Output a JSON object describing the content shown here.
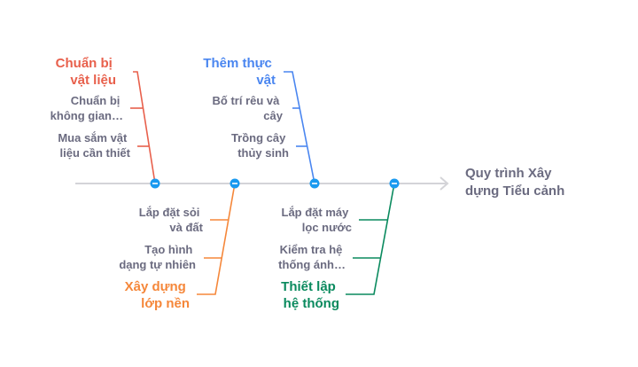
{
  "title": {
    "line1": "Quy trình Xây",
    "line2": "dựng Tiểu cảnh"
  },
  "colors": {
    "spine": "#d4d4d8",
    "node": "#1a9af0",
    "text": "#6b6b80"
  },
  "branches": [
    {
      "color": "#e8604c",
      "label": [
        "Chuẩn bị",
        "vật liệu"
      ],
      "causes": [
        [
          "Chuẩn bị",
          "không gian…"
        ],
        [
          "Mua sắm vật",
          "liệu cần thiết"
        ]
      ]
    },
    {
      "color": "#f5873a",
      "label": [
        "Xây dựng",
        "lớp nền"
      ],
      "causes": [
        [
          "Lắp đặt sỏi",
          "và đất"
        ],
        [
          "Tạo hình",
          "dạng tự nhiên"
        ]
      ]
    },
    {
      "color": "#4a86f0",
      "label": [
        "Thêm thực",
        "vật"
      ],
      "causes": [
        [
          "Bố trí rêu và",
          "cây"
        ],
        [
          "Trồng cây",
          "thủy sinh"
        ]
      ]
    },
    {
      "color": "#0a8a5e",
      "label": [
        "Thiết lập",
        "hệ thống"
      ],
      "causes": [
        [
          "Lắp đặt máy",
          "lọc nước"
        ],
        [
          "Kiểm tra hệ",
          "thống ánh…"
        ]
      ]
    }
  ]
}
